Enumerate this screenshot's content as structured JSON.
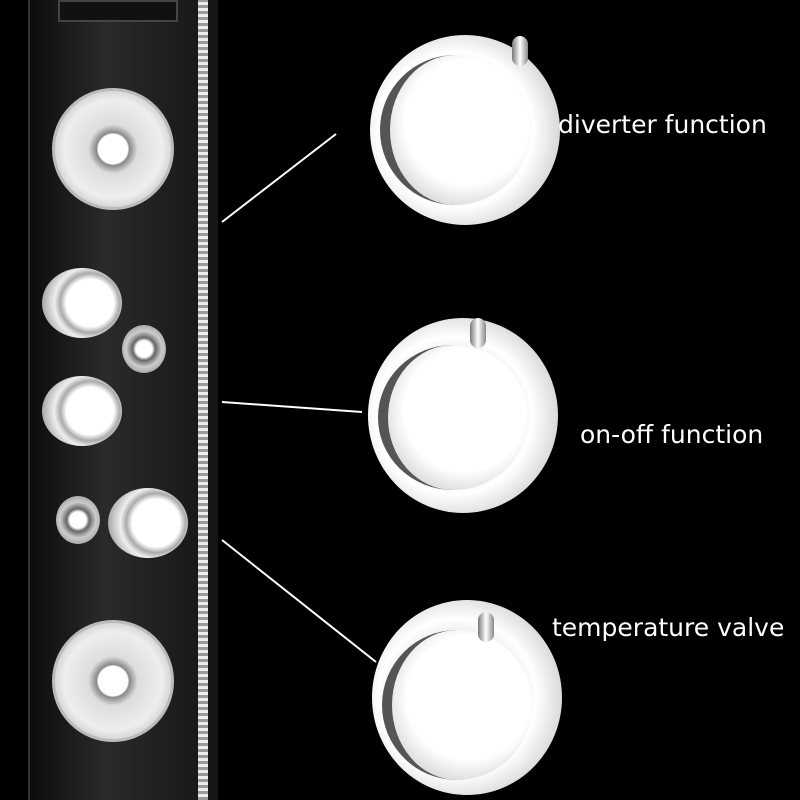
{
  "labels": {
    "diverter": "diverter function",
    "onoff": "on-off function",
    "temperature": "temperature valve"
  },
  "display_color": "#22ff22",
  "background_color": "#000000"
}
